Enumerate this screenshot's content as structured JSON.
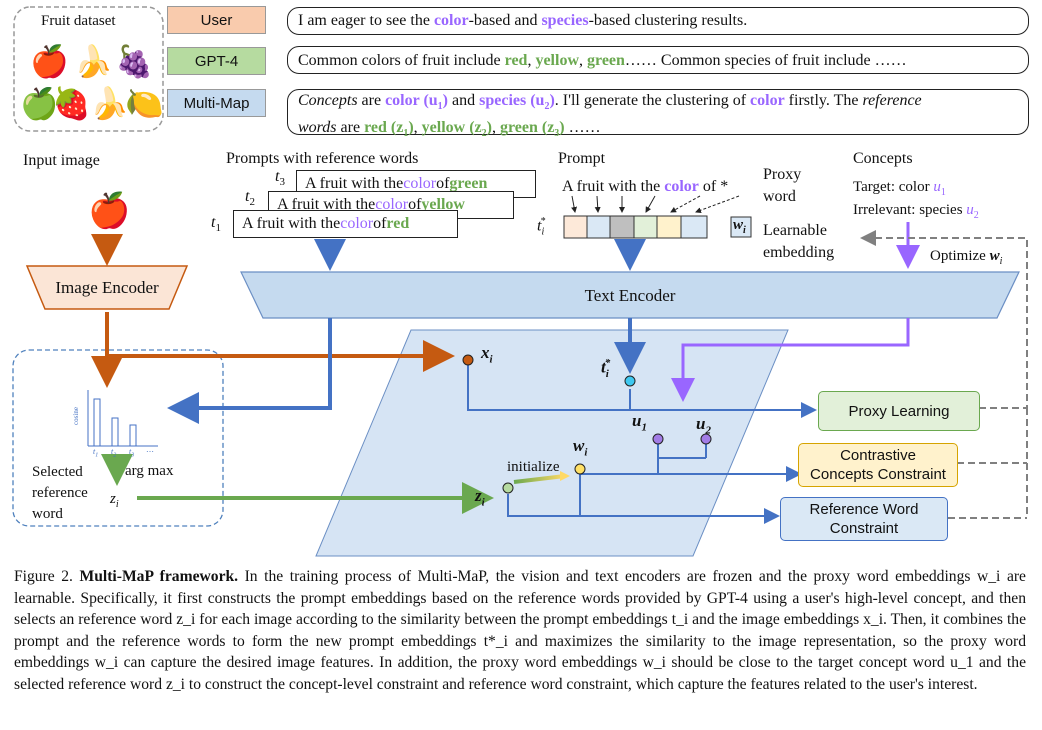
{
  "fruit_dataset": {
    "title": "Fruit dataset",
    "fruits": [
      "🍎",
      "🍌",
      "🍇",
      "🍏",
      "🍓",
      "🍌",
      "🍋"
    ]
  },
  "roles": {
    "user": {
      "label": "User",
      "color": "#f9cbad"
    },
    "gpt4": {
      "label": "GPT-4",
      "color": "#b6dba0"
    },
    "multimap": {
      "label": "Multi-Map",
      "color": "#c5daef"
    }
  },
  "messages": {
    "user": [
      "I am eager to see the ",
      "color",
      "-based and ",
      "species",
      "-based clustering results."
    ],
    "gpt4": [
      "Common colors of fruit include ",
      "red",
      ", ",
      "yellow",
      ", ",
      "green",
      "…… Common species of fruit include ……"
    ],
    "multimap_line1": [
      "Concepts",
      " are ",
      "color (u",
      "1",
      ")",
      " and ",
      "species (u",
      "2",
      ")",
      ". I'll generate the clustering of ",
      "color",
      " firstly. The ",
      "reference"
    ],
    "multimap_line2": [
      "words",
      " are ",
      "red (z",
      "1",
      ")",
      ", ",
      "yellow (z",
      "2",
      ")",
      ", ",
      "green (z",
      "3",
      ")",
      " ……"
    ]
  },
  "section_labels": {
    "input_image": "Input image",
    "prompts_ref": "Prompts with reference words",
    "prompt": "Prompt",
    "proxy_word": [
      "Proxy",
      "word"
    ],
    "concepts": "Concepts",
    "target": "Target: color ",
    "irrelevant": "Irrelevant: species ",
    "u1": "u",
    "u2": "u",
    "learnable": [
      "Learnable",
      "embedding"
    ],
    "optimize": "Optimize "
  },
  "prompts": {
    "t3": [
      "A fruit with the ",
      "color",
      " of ",
      "green"
    ],
    "t2": [
      "A fruit with the ",
      "color",
      " of ",
      "yellow"
    ],
    "t1": [
      "A fruit with the ",
      "color",
      " of ",
      "red"
    ],
    "t_labels": [
      "t",
      "t",
      "t"
    ],
    "t_subs": [
      "3",
      "2",
      "1"
    ],
    "prompt_text": [
      "A fruit with the ",
      "color",
      " of *"
    ]
  },
  "encoders": {
    "image": "Image Encoder",
    "text": "Text Encoder"
  },
  "embedding_colors": [
    "#fde9d9",
    "#dae8f5",
    "#bfbfbf",
    "#e2f0d9",
    "#fff2cc",
    "#dae8f5"
  ],
  "latent": {
    "x_i": "x",
    "t_i_star": "t",
    "u1": "u",
    "u2": "u",
    "w_i": "w",
    "z_i": "z",
    "initialize": "initialize"
  },
  "selection": {
    "selected_lines": [
      "Selected",
      "reference",
      "word"
    ],
    "argmax": "arg max",
    "z": "z",
    "y_axis_label": "cosine",
    "bar_values": [
      1.0,
      0.6,
      0.45
    ],
    "tick_labels": [
      "t",
      "t",
      "t",
      "…"
    ]
  },
  "constraints": {
    "proxy": {
      "label": "Proxy Learning",
      "color": "#e2f0d9"
    },
    "contrastive": {
      "label": [
        "Contrastive",
        "Concepts Constraint"
      ],
      "color": "#fff2cc"
    },
    "reference": {
      "label": [
        "Reference Word",
        "Constraint"
      ],
      "color": "#dae8f5"
    }
  },
  "colors": {
    "purple": "#9966ff",
    "green": "#6aa84f",
    "orange": "#c55a11",
    "blue": "#4472c4",
    "encoder_blue": "#c5daef",
    "panel": "#d6e4f4"
  },
  "caption": {
    "fig": "Figure 2. ",
    "title": "Multi-MaP framework.",
    "text": " In the training process of Multi-MaP, the vision and text encoders are frozen and the proxy word embeddings w_i are learnable. Specifically, it first constructs the prompt embeddings based on the reference words provided by GPT-4 using a user's high-level concept, and then selects an reference word z_i for each image according to the similarity between the prompt embeddings t_i and the image embeddings x_i. Then, it combines the prompt and the reference words to form the new prompt embeddings t*_i and maximizes the similarity to the image representation, so the proxy word embeddings w_i can capture the desired image features. In addition, the proxy word embeddings w_i should be close to the target concept word u_1 and the selected reference word z_i to construct the concept-level constraint and reference word constraint, which capture the features related to the user's interest."
  }
}
